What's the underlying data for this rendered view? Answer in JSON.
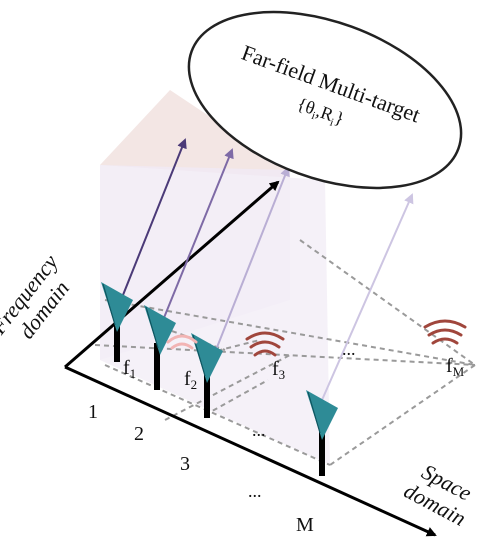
{
  "target": {
    "title": "Far-field Multi-target",
    "params": "{θ",
    "params_sub1": "i",
    "params_mid": ",R",
    "params_sub2": "i",
    "params_end": "}"
  },
  "axes": {
    "frequency_line1": "Frequency",
    "frequency_line2": "domain",
    "space_line1": "Space",
    "space_line2": "domain"
  },
  "space_ticks": [
    "1",
    "2",
    "3",
    "...",
    "M"
  ],
  "freq_labels": [
    {
      "main": "f",
      "sub": "1"
    },
    {
      "main": "f",
      "sub": "2"
    },
    {
      "main": "f",
      "sub": "3"
    },
    {
      "main": "f",
      "sub": "M"
    }
  ],
  "ellipses": [
    "...",
    "...",
    "..."
  ],
  "colors": {
    "antenna": "#2e8b96",
    "signal": "#a0463c",
    "arrow1": "#4b3a78",
    "arrow2": "#7e6aa6",
    "arrow3": "#b9aed4",
    "arrow4": "#cdc5e2",
    "panel_pink": "#f4e7e7",
    "panel_lilac": "#f2ecf8"
  }
}
